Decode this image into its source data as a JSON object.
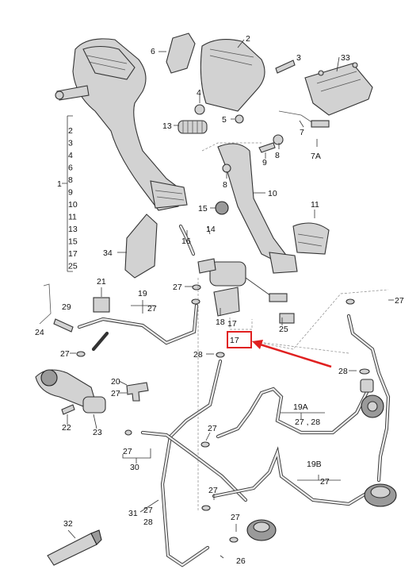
{
  "callouts": {
    "c1": "1",
    "c2": "2",
    "c2b": "2",
    "c3": "3",
    "c4": "4",
    "c4b": "4",
    "c5": "5",
    "c6": "6",
    "c7": "7",
    "c7a": "7A",
    "c8a": "8",
    "c8b": "8",
    "c8c": "8",
    "c9a": "9",
    "c9b": "9",
    "c10": "10",
    "c10b": "10",
    "c11a": "11",
    "c11b": "11",
    "c12": "13",
    "c13": "13",
    "c14": "14",
    "c15a": "15",
    "c15b": "15",
    "c16": "16",
    "c17a": "17",
    "c17b": "17",
    "c18": "18",
    "c19": "19",
    "c19a": "19A",
    "c19b": "19B",
    "c20": "20",
    "c21": "21",
    "c22": "22",
    "c23": "23",
    "c24": "24",
    "c25a": "25",
    "c25b": "25",
    "c26": "26",
    "c27a": "27",
    "c27b": "27",
    "c27c": "27",
    "c27d": "27",
    "c27e": "27",
    "c27f": "27",
    "c27g": "27",
    "c27h": "27",
    "c27i": "27",
    "c27j": "27",
    "c27k": "27",
    "c28a": "28",
    "c28b": "28",
    "c28c": "28",
    "c28d": "28",
    "c29": "29",
    "c30": "30",
    "c31": "31",
    "c32": "32",
    "c33": "33",
    "c34": "34",
    "c27comma28": "27 , 28"
  },
  "group_one_list": [
    "2",
    "3",
    "4",
    "6",
    "8",
    "9",
    "10",
    "11",
    "13",
    "15",
    "17",
    "25"
  ],
  "highlight": {
    "color": "#e02020",
    "label": "17"
  }
}
